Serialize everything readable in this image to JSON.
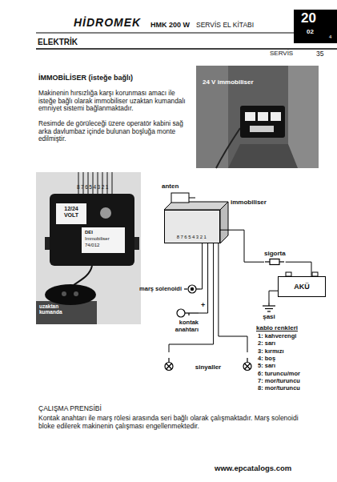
{
  "diagram": {
    "nodes": [
      {
        "text": [
          "20",
          "02",
          "4"
        ]
      },
      {
        "text": [
          "immobiliser",
          "87654321"
        ]
      },
      {
        "text": [
          "sigorta"
        ]
      },
      {
        "text": [
          "AKÜ"
        ]
      },
      {
        "text": [
          "şasi"
        ]
      },
      {
        "text": [
          "marş solenoidi"
        ]
      },
      {
        "text": [
          "kontak anahtarı"
        ]
      },
      {
        "text": [
          "sinyaller"
        ]
      }
    ],
    "edges": [
      {
        "from": 1,
        "to": 2,
        "arrow": "none"
      },
      {
        "from": 2,
        "to": 3,
        "arrow": "none"
      },
      {
        "from": 3,
        "to": 4,
        "arrow": "none"
      },
      {
        "from": 1,
        "to": 5,
        "arrow": "none"
      },
      {
        "from": 1,
        "to": 6,
        "arrow": "none"
      },
      {
        "from": 1,
        "to": 7,
        "arrow": "none"
      },
      {
        "from": 1,
        "to": 7,
        "arrow": "none"
      }
    ],
    "labels": [
      "HİDROMEK",
      "HMK 200 W",
      "SERVİS EL KİTABI",
      "ELEKTRİK",
      "SERVİS",
      "35",
      "İMMOBİLİSER (isteğe bağlı)",
      "Makinenin hırsızlığa karşı korunması amacı ile isteğe bağlı olarak immobiliser uzaktan kumandalı emniyet sistemi bağlanmaktadır.",
      "Resimde de görüleceği üzere operatör kabini sağ arka davlumbaz içinde bulunan boşluğa monte edilmiştir.",
      "24 V immobiliser",
      "87654321",
      "12/24 VOLT",
      "DEI",
      "Immobiliser",
      "74/012",
      "uzaktan kumanda",
      "anten",
      "+",
      "kablo renkleri",
      "1: kahverengi",
      "2: sarı",
      "3: kırmızı",
      "4: boş",
      "5: sarı",
      "6: turuncu/mor",
      "7: mor/turuncu",
      "8: mor/turuncu",
      "ÇALIŞMA PRENSİBİ",
      "Kontak anahtarı ile marş rölesi arasında seri bağlı olarak çalışmaktadır. Marş solenoidi bloke edilerek makinenin çalışması engellenmektedir.",
      "www.epcatalogs.com"
    ]
  }
}
